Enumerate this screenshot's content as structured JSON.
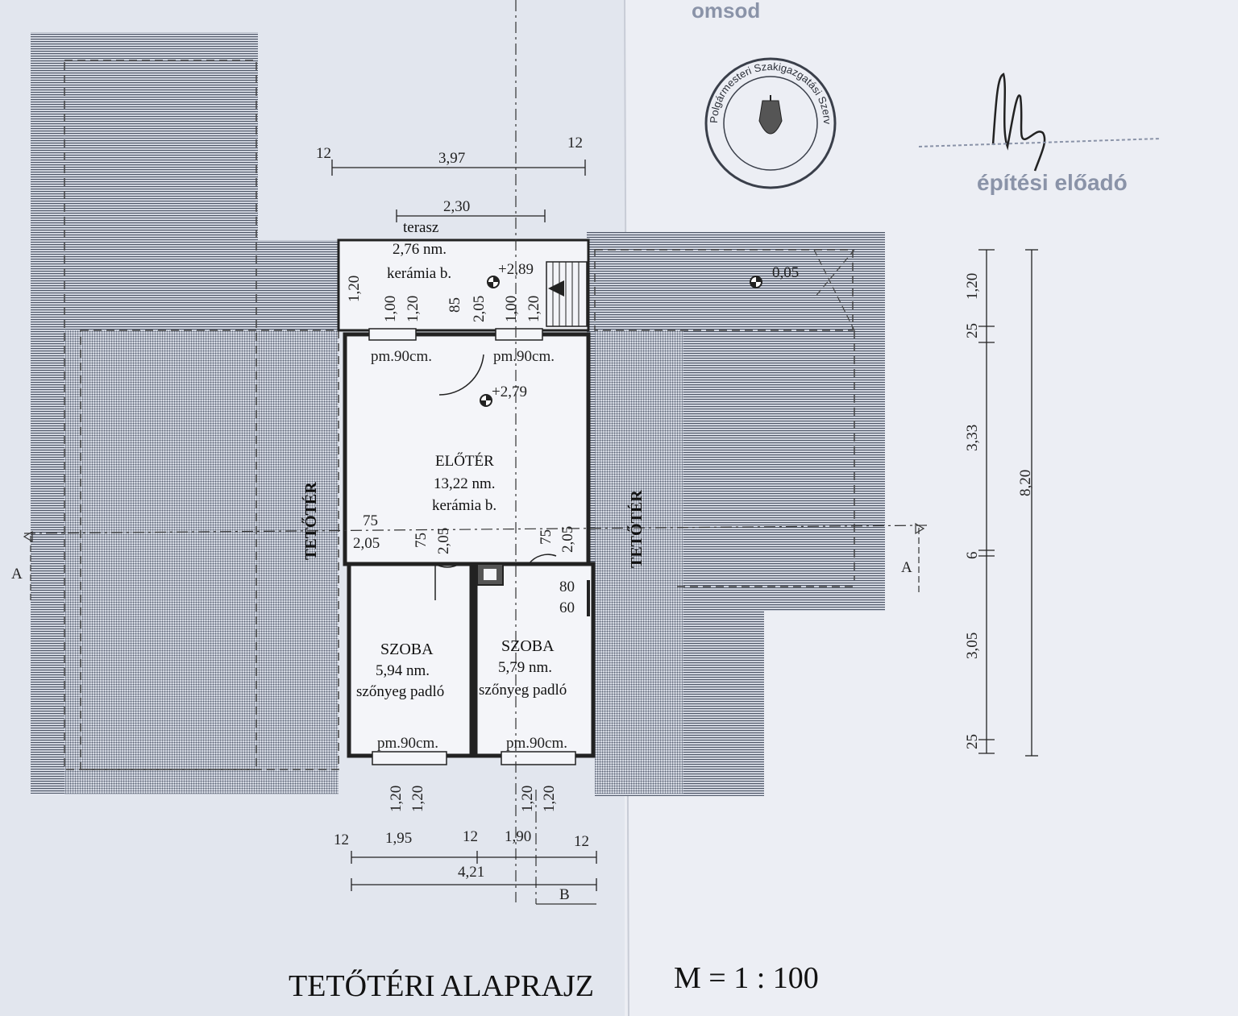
{
  "header": {
    "place_fragment": "omsod",
    "stamp_text": "Polgármesteri Szakigazgatási Szerve Dömsöd Hivatal",
    "signature_label": "építési előadó"
  },
  "terrace": {
    "name": "terasz",
    "area": "2,76 nm.",
    "floor": "kerámia b."
  },
  "hall": {
    "name": "ELŐTÉR",
    "area": "13,22 nm.",
    "floor": "kerámia b."
  },
  "room_left": {
    "name": "SZOBA",
    "area": "5,94 nm.",
    "floor": "szőnyeg padló"
  },
  "room_right": {
    "name": "SZOBA",
    "area": "5,79 nm.",
    "floor": "szőnyeg padló"
  },
  "attic_label": "TETŐTÉR",
  "levels": {
    "terrace_level": "+2,89",
    "hall_level": "+2,79",
    "outside_level": "0,05"
  },
  "windows": {
    "top_left": "pm.90cm.",
    "top_right": "pm.90cm.",
    "bottom_left": "pm.90cm.",
    "bottom_right": "pm.90cm."
  },
  "dimensions": {
    "top_overall": "3,97",
    "top_left_end": "12",
    "top_right_end": "12",
    "top_inner": "2,30",
    "terrace_h": "1,20",
    "terrace_win1": "1,00",
    "terrace_win1b": "1,20",
    "terrace_85": "85",
    "terrace_205": "2,05",
    "terrace_win2": "1,00",
    "terrace_win2b": "1,20",
    "door_l_75": "75",
    "door_l_205": "2,05",
    "door_m_75": "75",
    "door_m_205": "2,05",
    "door_r_75": "75",
    "door_r_205": "2,05",
    "side_80": "80",
    "side_60": "60",
    "bot_win_l1": "1,20",
    "bot_win_l2": "1,20",
    "bot_win_r1": "1,20",
    "bot_win_r2": "1,20",
    "bottom_seg": [
      "12",
      "1,95",
      "12",
      "1,90",
      "12"
    ],
    "bottom_overall": "4,21",
    "right_seg": [
      "1,20",
      "25",
      "3,33",
      "6",
      "3,05",
      "25"
    ],
    "right_overall": "8,20"
  },
  "sections": {
    "a_left": "A",
    "a_right": "A",
    "b": "B"
  },
  "title": "TETŐTÉRI ALAPRAJZ",
  "scale": "M = 1 : 100"
}
